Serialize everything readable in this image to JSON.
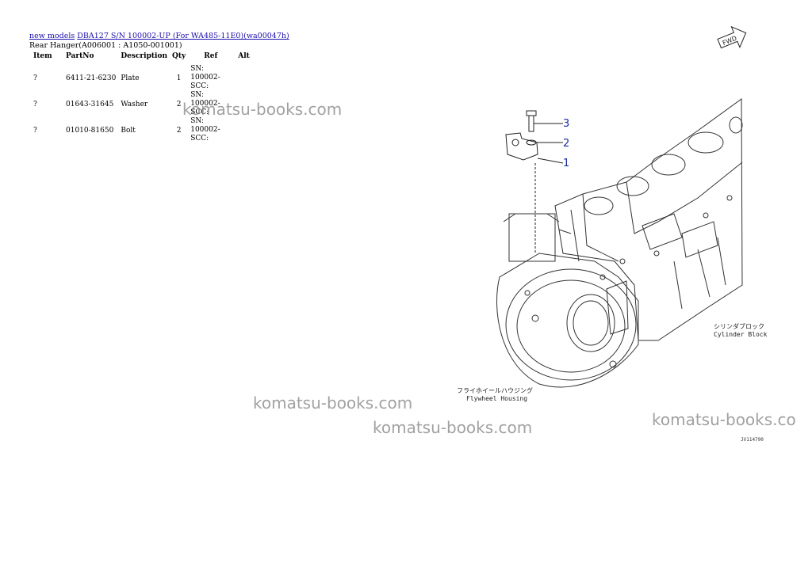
{
  "breadcrumb": {
    "link1": "new models",
    "link2": "DBA127 S/N 100002-UP (For WA485-11E0)(wa00047h)"
  },
  "page_title": "Rear Hanger(A006001 : A1050-001001)",
  "table": {
    "headers": {
      "item": "Item",
      "partno": "PartNo",
      "description": "Description",
      "qty": "Qty",
      "ref": "Ref",
      "alt": "Alt"
    },
    "rows": [
      {
        "item": "?",
        "partno": "6411-21-6230",
        "description": "Plate",
        "qty": "1",
        "ref": "SN: 100002-SCC:",
        "alt": ""
      },
      {
        "item": "?",
        "partno": "01643-31645",
        "description": "Washer",
        "qty": "2",
        "ref": "SN: 100002-SCC:",
        "alt": ""
      },
      {
        "item": "?",
        "partno": "01010-81650",
        "description": "Bolt",
        "qty": "2",
        "ref": "SN: 100002-SCC:",
        "alt": ""
      }
    ]
  },
  "watermark": "komatsu-books.com",
  "watermark_cut": "komatsu-books.co",
  "diagram": {
    "fwd": "FWD",
    "callouts": [
      "3",
      "2",
      "1"
    ],
    "label_cylinder_jp": "シリンダブロック",
    "label_cylinder_en": "Cylinder Block",
    "label_flywheel_jp": "フライホイールハウジング",
    "label_flywheel_en": "Flywheel Housing",
    "drawing_code": "JV114790"
  }
}
